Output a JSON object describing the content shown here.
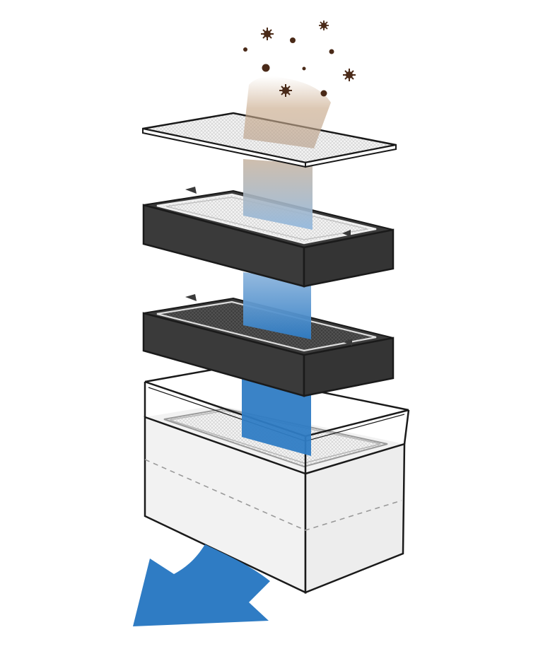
{
  "diagram": {
    "layers": [
      {
        "id": "pre-filter",
        "kind": "mesh-sheet"
      },
      {
        "id": "hepa-filter",
        "kind": "framed-filter"
      },
      {
        "id": "carbon-filter",
        "kind": "framed-filter-dark"
      },
      {
        "id": "housing",
        "kind": "container"
      }
    ],
    "particles": [
      {
        "kind": "spiky"
      },
      {
        "kind": "dot"
      },
      {
        "kind": "spiky"
      },
      {
        "kind": "dot"
      },
      {
        "kind": "dot"
      },
      {
        "kind": "dot"
      },
      {
        "kind": "dot"
      },
      {
        "kind": "spiky"
      },
      {
        "kind": "spiky"
      },
      {
        "kind": "dot"
      }
    ],
    "colors": {
      "particle": "#4a2a18",
      "airflow_dirty": "#c8a888",
      "airflow_mid": "#8fb6dd",
      "airflow_clean": "#2f7cc4",
      "outflow_arrow": "#2f7cc4",
      "frame_dark": "#3a3a3a",
      "outline": "#1a1a1a",
      "housing_fill": "#f2f2f2"
    },
    "icons": {
      "outflow": "curved-arrow-icon",
      "particle": "dust-particle-icon"
    }
  }
}
